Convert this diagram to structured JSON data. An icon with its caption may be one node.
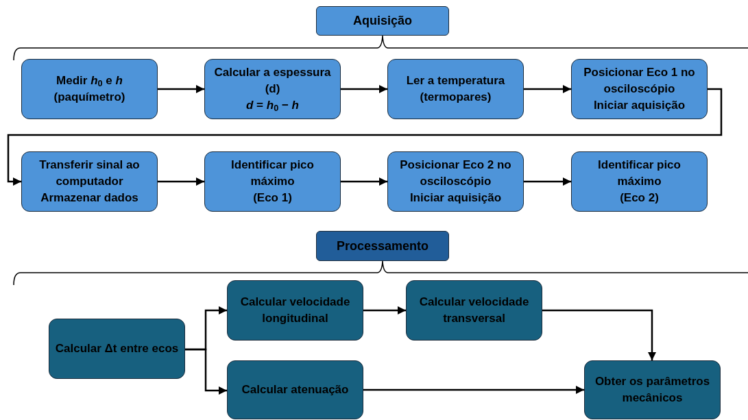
{
  "diagram": {
    "nodes": [
      {
        "text": [
          "Aquisição"
        ]
      },
      {
        "text": [
          "Medir *h*$_{0}$ e *h*",
          "(paquímetro)"
        ]
      },
      {
        "text": [
          "Calcular a espessura (d)",
          "*d* = *h*$_{0}$ − *h*"
        ]
      },
      {
        "text": [
          "Ler a temperatura",
          "(termopares)"
        ]
      },
      {
        "text": [
          "Posicionar Eco 1 no osciloscópio",
          "Iniciar aquisição"
        ]
      },
      {
        "text": [
          "Transferir sinal ao computador",
          "Armazenar dados"
        ]
      },
      {
        "text": [
          "Identificar pico máximo",
          "(Eco 1)"
        ]
      },
      {
        "text": [
          "Posicionar Eco 2 no osciloscópio",
          "Iniciar aquisição"
        ]
      },
      {
        "text": [
          "Identificar pico máximo",
          "(Eco 2)"
        ]
      },
      {
        "text": [
          "Processamento"
        ]
      },
      {
        "text": [
          "Calcular Δt entre ecos"
        ]
      },
      {
        "text": [
          "Calcular velocidade longitudinal"
        ]
      },
      {
        "text": [
          "Calcular velocidade transversal"
        ]
      },
      {
        "text": [
          "Calcular atenuação"
        ]
      },
      {
        "text": [
          "Obter os parâmetros mecânicos"
        ]
      }
    ],
    "edges": [
      {
        "from": 1,
        "to": 2,
        "arrow": "to"
      },
      {
        "from": 2,
        "to": 3,
        "arrow": "to"
      },
      {
        "from": 3,
        "to": 4,
        "arrow": "to"
      },
      {
        "from": 4,
        "to": 5,
        "arrow": "to"
      },
      {
        "from": 5,
        "to": 6,
        "arrow": "to"
      },
      {
        "from": 6,
        "to": 7,
        "arrow": "to"
      },
      {
        "from": 7,
        "to": 8,
        "arrow": "to"
      },
      {
        "from": 10,
        "to": 11,
        "arrow": "to"
      },
      {
        "from": 10,
        "to": 13,
        "arrow": "to"
      },
      {
        "from": 11,
        "to": 12,
        "arrow": "to"
      },
      {
        "from": 12,
        "to": 14,
        "arrow": "to"
      },
      {
        "from": 13,
        "to": 14,
        "arrow": "to"
      }
    ]
  }
}
